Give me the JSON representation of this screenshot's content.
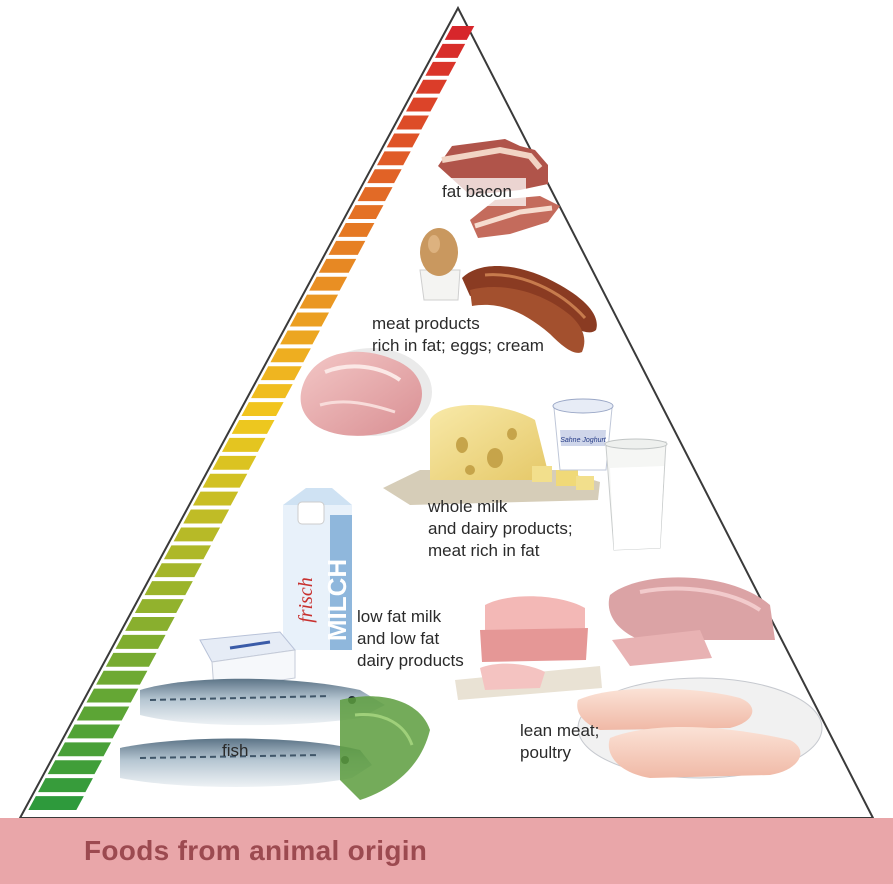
{
  "banner": {
    "title": "Foods from animal origin"
  },
  "tiers": {
    "fat_bacon": {
      "lines": [
        "fat bacon"
      ]
    },
    "meat_products": {
      "lines": [
        "meat products",
        "rich in fat; eggs; cream"
      ]
    },
    "whole_milk": {
      "lines": [
        "whole milk",
        "and dairy products;",
        "meat rich in fat"
      ]
    },
    "low_fat_milk": {
      "lines": [
        "low fat milk",
        "and low fat",
        "dairy products"
      ]
    },
    "lean_meat": {
      "lines": [
        "lean meat;",
        "poultry"
      ]
    },
    "fish": {
      "lines": [
        "fish"
      ]
    }
  },
  "scale": {
    "stripe_count": 44,
    "top_color": "#d7262b",
    "mid_color": "#f2c81e",
    "bottom_color": "#2e9a3c"
  },
  "product_labels": {
    "milk_carton": "MILCH",
    "milk_script": "frisch",
    "yogurt": "Sahne Joghurt"
  }
}
